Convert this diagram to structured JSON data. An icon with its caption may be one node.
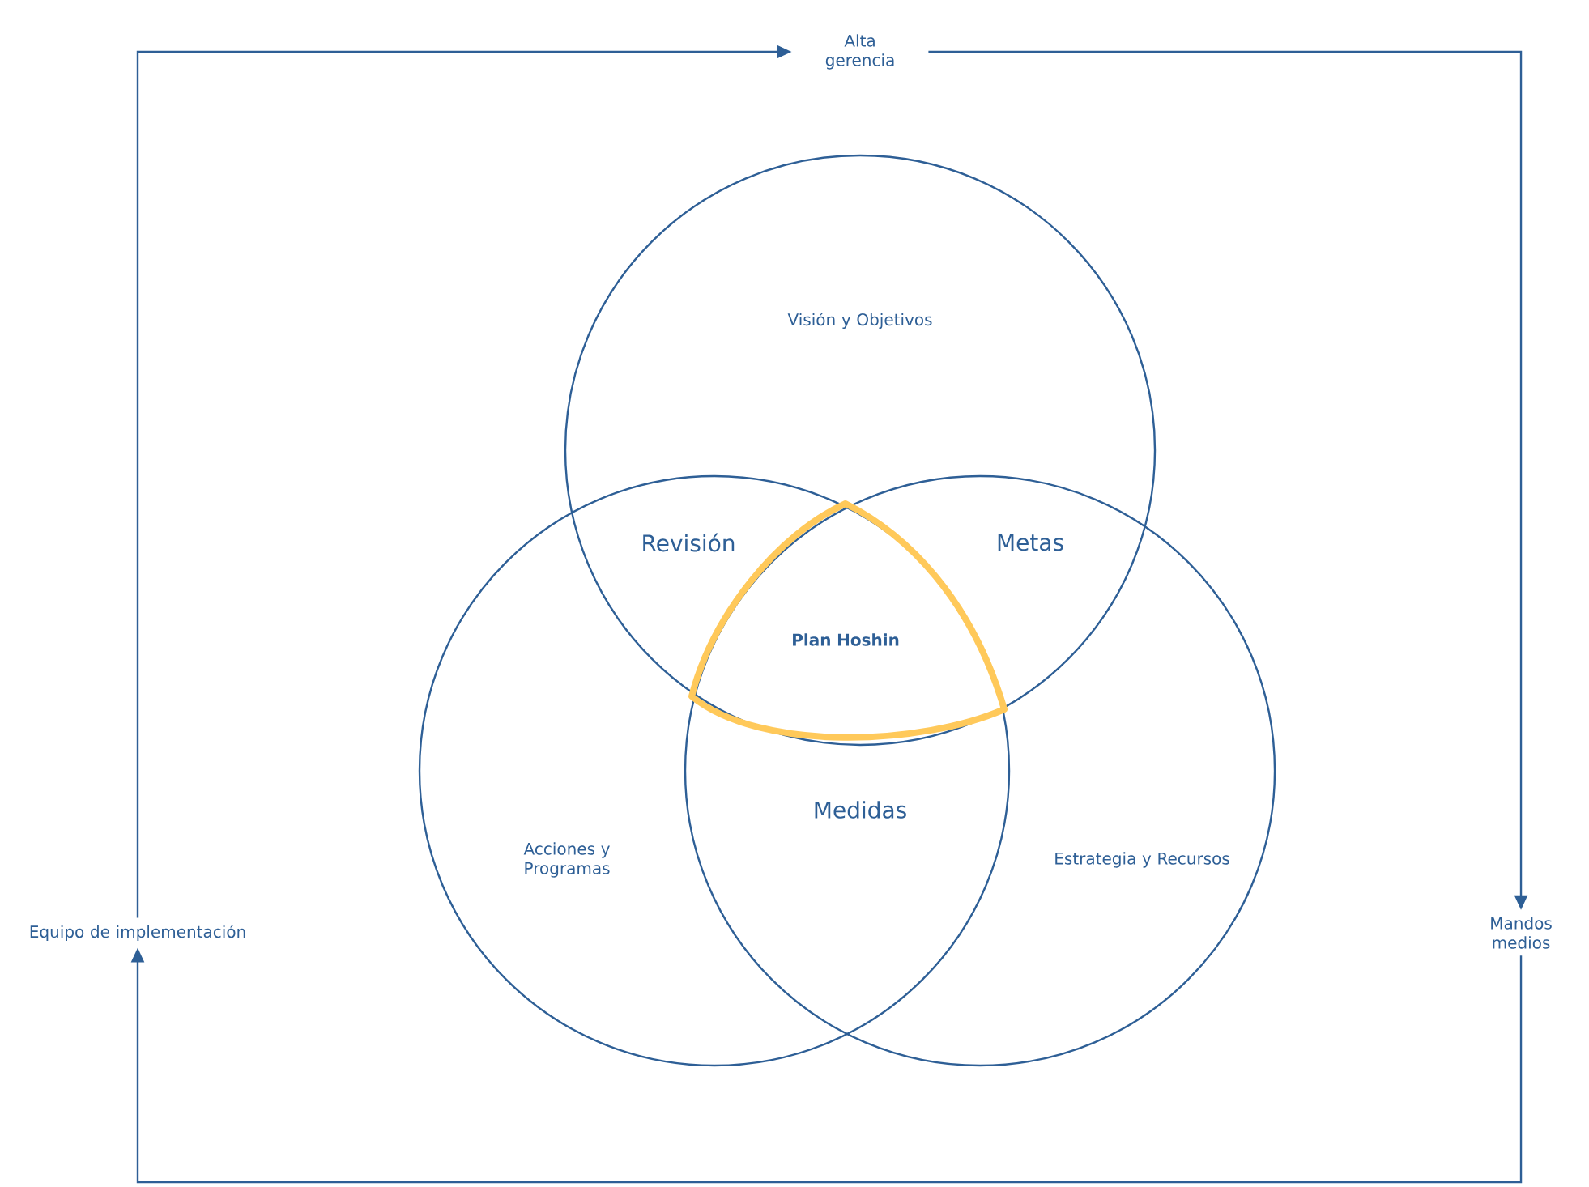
{
  "diagram": {
    "nodes": [
      {
        "text": [
          "Alta gerencia"
        ]
      },
      {
        "text": [
          "Mandos medios"
        ]
      },
      {
        "text": [
          "Equipo de implementación"
        ]
      },
      {
        "text": [
          "Visión y Objetivos"
        ]
      },
      {
        "text": [
          "Acciones y Programas"
        ]
      },
      {
        "text": [
          "Estrategia y Recursos"
        ]
      },
      {
        "text": [
          "Plan Hoshin"
        ]
      }
    ],
    "edges": [
      {
        "from": 0,
        "to": 1,
        "arrow": "to"
      },
      {
        "from": 1,
        "to": 2,
        "arrow": "to"
      },
      {
        "from": 2,
        "to": 0,
        "arrow": "to"
      }
    ],
    "labels": [
      "Revisión",
      "Metas",
      "Medidas"
    ]
  }
}
